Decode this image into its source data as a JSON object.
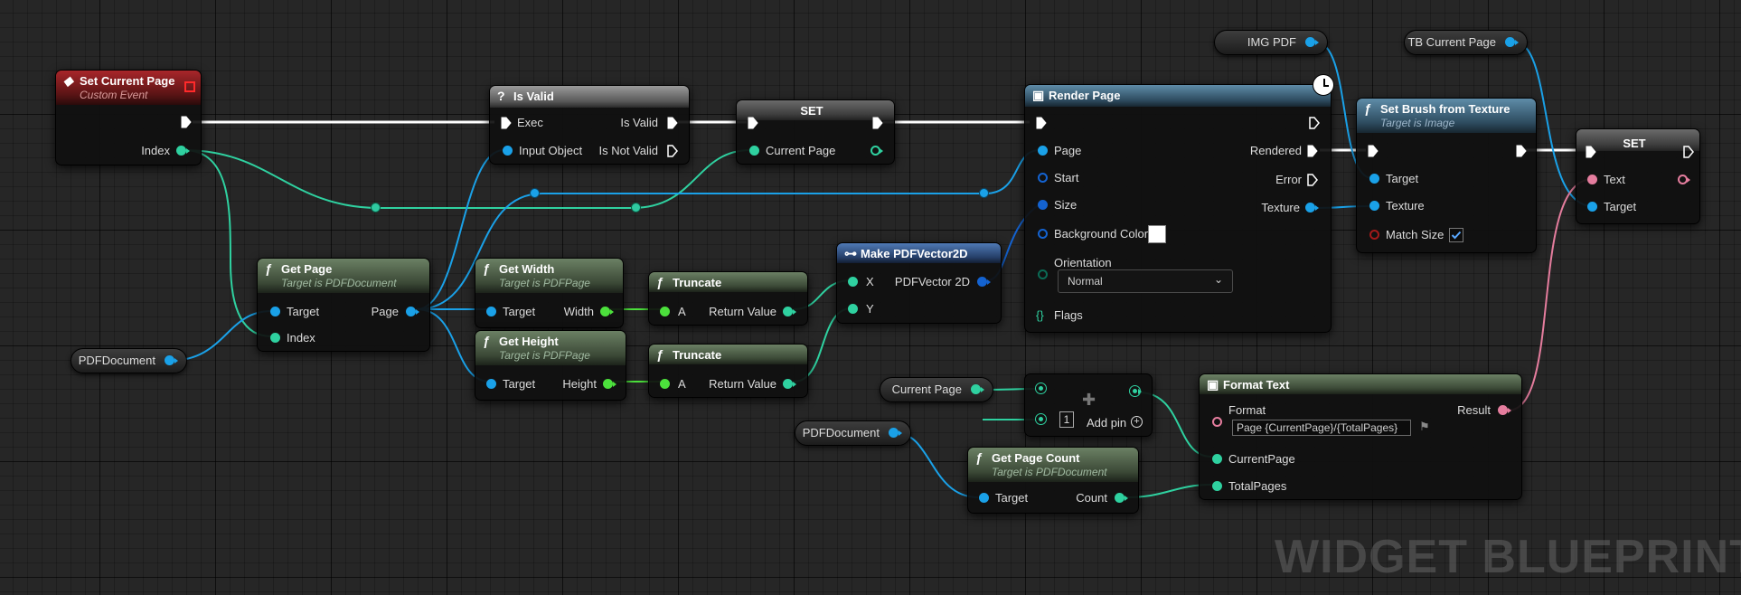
{
  "colors": {
    "exec": "#ffffff",
    "object": "#1aa1e8",
    "int": "#2fd1a0",
    "float": "#4ce03c",
    "struct": "#1463d1",
    "text": "#e57d9e",
    "bool": "#a31a1a"
  },
  "watermark": "WIDGET BLUEPRINT",
  "nodes": {
    "set_current_page": {
      "title": "Set Current Page",
      "subtitle": "Custom Event",
      "index_label": "Index"
    },
    "is_valid": {
      "title": "Is Valid",
      "exec_label": "Exec",
      "input_object_label": "Input Object",
      "is_valid_label": "Is Valid",
      "is_not_valid_label": "Is Not Valid"
    },
    "set1": {
      "title": "SET",
      "current_page_label": "Current Page"
    },
    "render_page": {
      "title": "Render Page",
      "page_label": "Page",
      "start_label": "Start",
      "size_label": "Size",
      "background_color_label": "Background Color",
      "orientation_label": "Orientation",
      "orientation_value": "Normal",
      "flags_label": "Flags",
      "rendered_label": "Rendered",
      "error_label": "Error",
      "texture_label": "Texture"
    },
    "set_brush": {
      "title": "Set Brush from Texture",
      "subtitle": "Target is Image",
      "target_label": "Target",
      "texture_label": "Texture",
      "match_size_label": "Match Size"
    },
    "set2": {
      "title": "SET",
      "text_label": "Text",
      "target_label": "Target"
    },
    "get_page": {
      "title": "Get Page",
      "subtitle": "Target is PDFDocument",
      "target_label": "Target",
      "index_label": "Index",
      "page_label": "Page"
    },
    "get_width": {
      "title": "Get Width",
      "subtitle": "Target is PDFPage",
      "target_label": "Target",
      "width_label": "Width"
    },
    "get_height": {
      "title": "Get Height",
      "subtitle": "Target is PDFPage",
      "target_label": "Target",
      "height_label": "Height"
    },
    "truncate1": {
      "title": "Truncate",
      "a_label": "A",
      "return_label": "Return Value"
    },
    "truncate2": {
      "title": "Truncate",
      "a_label": "A",
      "return_label": "Return Value"
    },
    "make_vector": {
      "title": "Make PDFVector2D",
      "x_label": "X",
      "y_label": "Y",
      "out_label": "PDFVector 2D"
    },
    "make_array": {
      "add_pin_label": "Add pin",
      "index_value": "1"
    },
    "format_text": {
      "title": "Format Text",
      "format_label": "Format",
      "format_value": "Page {CurrentPage}/{TotalPages}",
      "current_page_label": "CurrentPage",
      "total_pages_label": "TotalPages",
      "result_label": "Result"
    },
    "get_page_count": {
      "title": "Get Page Count",
      "subtitle": "Target is PDFDocument",
      "target_label": "Target",
      "count_label": "Count"
    }
  },
  "variables": {
    "img_pdf": "IMG PDF",
    "tb_current_page": "TB Current Page",
    "pdf_document_1": "PDFDocument",
    "current_page": "Current Page",
    "pdf_document_2": "PDFDocument"
  }
}
